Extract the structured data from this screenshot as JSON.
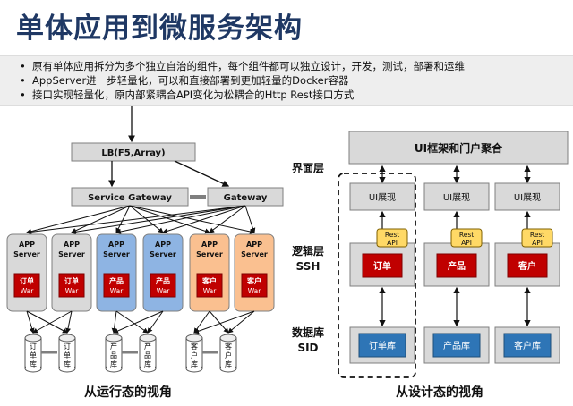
{
  "title": "单体应用到微服务架构",
  "bullets": [
    "原有单体应用拆分为多个独立自治的组件，每个组件都可以独立设计，开发，测试，部署和运维",
    "AppServer进一步轻量化，可以和直接部署到更加轻量的Docker容器",
    "接口实现轻量化，原内部紧耦合API变化为松耦合的Http Rest接口方式"
  ],
  "runtime": {
    "lb": "LB(F5,Array)",
    "service_gateway": "Service Gateway",
    "gateway": "Gateway",
    "servers": [
      {
        "app": "APP",
        "server": "Server",
        "war_name": "订单",
        "war": "War",
        "color": "#d9d9d9"
      },
      {
        "app": "APP",
        "server": "Server",
        "war_name": "订单",
        "war": "War",
        "color": "#d9d9d9"
      },
      {
        "app": "APP",
        "server": "Server",
        "war_name": "产品",
        "war": "War",
        "color": "#8eb4e3"
      },
      {
        "app": "APP",
        "server": "Server",
        "war_name": "产品",
        "war": "War",
        "color": "#8eb4e3"
      },
      {
        "app": "APP",
        "server": "Server",
        "war_name": "客户",
        "war": "War",
        "color": "#fac090"
      },
      {
        "app": "APP",
        "server": "Server",
        "war_name": "客户",
        "war": "War",
        "color": "#fac090"
      }
    ],
    "databases": [
      "订单库",
      "订单库",
      "产品库",
      "产品库",
      "客户库",
      "客户库"
    ],
    "caption": "从运行态的视角"
  },
  "design": {
    "top": "UI框架和门户聚合",
    "layers": [
      {
        "name": "界面层",
        "sub": ""
      },
      {
        "name": "逻辑层",
        "sub": "SSH"
      },
      {
        "name": "数据库",
        "sub": "SID"
      }
    ],
    "columns": [
      {
        "ui": "UI展现",
        "rest": [
          "Rest",
          "API"
        ],
        "logic": "订单",
        "db": "订单库"
      },
      {
        "ui": "UI展现",
        "rest": [
          "Rest",
          "API"
        ],
        "logic": "产品",
        "db": "产品库"
      },
      {
        "ui": "UI展现",
        "rest": [
          "Rest",
          "API"
        ],
        "logic": "客户",
        "db": "客户库"
      }
    ],
    "caption": "从设计态的视角"
  },
  "colors": {
    "title": "#1f3864",
    "server_war": "#c00000",
    "logic_box": "#c00000",
    "db_box": "#2e75b6",
    "rest_fill": "#ffd966"
  }
}
